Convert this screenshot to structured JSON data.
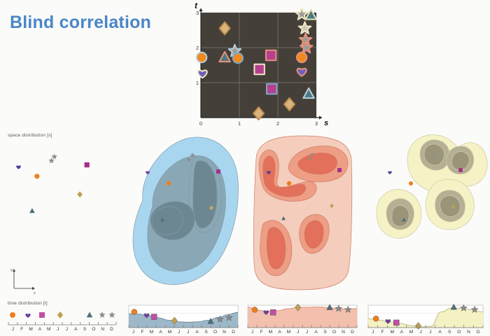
{
  "page": {
    "title": "Blind correlation",
    "title_color": "#4a86c8",
    "background": "#fbfbf9"
  },
  "scatter": {
    "plot_bg": "#444039",
    "axis_x_label": "s",
    "axis_y_label": "t",
    "x_ticks": [
      "0",
      "1",
      "2",
      "3"
    ],
    "y_ticks": [
      "1",
      "2",
      "3"
    ],
    "x_range": [
      0,
      3
    ],
    "y_range": [
      0,
      3
    ],
    "points": [
      {
        "shape": "diamond",
        "s": 0.62,
        "t": 2.55,
        "fill": "#d9b57f",
        "stroke": "#c08a4a"
      },
      {
        "shape": "star",
        "s": 2.62,
        "t": 2.95,
        "fill": "#9a9a98",
        "stroke": "#efe7c4"
      },
      {
        "shape": "triangle",
        "s": 2.86,
        "t": 2.93,
        "fill": "#4c7a80",
        "stroke": "#e8dfc0"
      },
      {
        "shape": "star",
        "s": 2.7,
        "t": 2.55,
        "fill": "#c9c7b8",
        "stroke": "#efe7c4"
      },
      {
        "shape": "star",
        "s": 2.72,
        "t": 2.22,
        "fill": "#9a9a98",
        "stroke": "#e8907c"
      },
      {
        "shape": "star",
        "s": 2.74,
        "t": 2.0,
        "fill": "#9a9a98",
        "stroke": "#e8907c"
      },
      {
        "shape": "circle",
        "s": 2.62,
        "t": 1.72,
        "fill": "#f08a1e",
        "stroke": "#e8907c"
      },
      {
        "shape": "heart",
        "s": 2.62,
        "t": 1.33,
        "fill": "#6f5fbf",
        "stroke": "#e8907c"
      },
      {
        "shape": "circle",
        "s": 0.02,
        "t": 1.72,
        "fill": "#f08a1e",
        "stroke": "#b9cfe0"
      },
      {
        "shape": "heart",
        "s": 0.04,
        "t": 1.28,
        "fill": "#6f5fbf",
        "stroke": "#efe7c4"
      },
      {
        "shape": "triangle",
        "s": 0.62,
        "t": 1.72,
        "fill": "#4c7a80",
        "stroke": "#e8907c"
      },
      {
        "shape": "star",
        "s": 0.88,
        "t": 1.9,
        "fill": "#9a9a98",
        "stroke": "#b9cfe0"
      },
      {
        "shape": "circle",
        "s": 0.96,
        "t": 1.7,
        "fill": "#f08a1e",
        "stroke": "#7fa7c4"
      },
      {
        "shape": "square",
        "s": 1.82,
        "t": 1.78,
        "fill": "#b5408f",
        "stroke": "#e8907c"
      },
      {
        "shape": "square",
        "s": 1.52,
        "t": 1.38,
        "fill": "#b5408f",
        "stroke": "#efe7c4"
      },
      {
        "shape": "square",
        "s": 1.84,
        "t": 0.82,
        "fill": "#b5408f",
        "stroke": "#7fa7c4"
      },
      {
        "shape": "triangle",
        "s": 2.8,
        "t": 0.68,
        "fill": "#4c7a80",
        "stroke": "#b9cfe0"
      },
      {
        "shape": "diamond",
        "s": 2.3,
        "t": 0.38,
        "fill": "#d9b57f",
        "stroke": "#c08a4a"
      },
      {
        "shape": "diamond",
        "s": 1.5,
        "t": 0.12,
        "fill": "#d9b57f",
        "stroke": "#c08a4a"
      }
    ]
  },
  "space_section": {
    "label": "space distribution [s]",
    "axis_key": {
      "x": "x",
      "y": "y"
    },
    "markers": [
      {
        "shape": "star",
        "x": 0.385,
        "y": 0.145,
        "fill": "#8c8c8a"
      },
      {
        "shape": "star",
        "x": 0.358,
        "y": 0.19,
        "fill": "#8c8c8a"
      },
      {
        "shape": "heart",
        "x": 0.055,
        "y": 0.255,
        "fill": "#4f4396"
      },
      {
        "shape": "square",
        "x": 0.685,
        "y": 0.235,
        "fill": "#a53089"
      },
      {
        "shape": "circle",
        "x": 0.225,
        "y": 0.36,
        "fill": "#ef7f1a"
      },
      {
        "shape": "diamond",
        "x": 0.62,
        "y": 0.56,
        "fill": "#c0a04e"
      },
      {
        "shape": "triangle",
        "x": 0.18,
        "y": 0.74,
        "fill": "#4c6f7a"
      }
    ],
    "panels": [
      {
        "name": "blue-blob-panel",
        "palette": [
          "#a9d6ef",
          "#8aa7b5",
          "#6d8792"
        ],
        "outline": "#7f9aa8"
      },
      {
        "name": "red-blob-panel",
        "palette": [
          "#f4cdbd",
          "#ed9e85",
          "#e2705a"
        ],
        "outline": "#cf7d62"
      },
      {
        "name": "yellow-blob-panel",
        "palette": [
          "#f5f3c6",
          "#b5b093",
          "#9a9578"
        ],
        "outline": "#cfc9a2"
      }
    ]
  },
  "time_section": {
    "label": "time distribution [t]",
    "months": [
      "J",
      "F",
      "M",
      "A",
      "M",
      "J",
      "J",
      "A",
      "S",
      "O",
      "N",
      "D"
    ],
    "legend_markers": [
      {
        "shape": "circle",
        "fill": "#ef7f1a"
      },
      {
        "shape": "heart",
        "fill": "#6f3fa0"
      },
      {
        "shape": "square",
        "fill": "#c04fa5"
      },
      {
        "shape": "diamond",
        "fill": "#c0a04e"
      },
      {
        "shape": "triangle",
        "fill": "#4c6f7a"
      },
      {
        "shape": "star",
        "fill": "#8c8c8a"
      },
      {
        "shape": "star",
        "fill": "#8c8c8a"
      }
    ],
    "charts": [
      {
        "name": "blue-time-chart",
        "fill": "#9db8c9",
        "stroke": "#6d8a9e",
        "curve": [
          0.62,
          0.6,
          0.54,
          0.44,
          0.33,
          0.26,
          0.24,
          0.26,
          0.33,
          0.45,
          0.58,
          0.68
        ],
        "markers": [
          {
            "shape": "circle",
            "month": 0.55,
            "v": 0.7,
            "fill": "#ef7f1a"
          },
          {
            "shape": "heart",
            "month": 1.8,
            "v": 0.56,
            "fill": "#6f3fa0"
          },
          {
            "shape": "square",
            "month": 2.55,
            "v": 0.48,
            "fill": "#c04fa5"
          },
          {
            "shape": "diamond",
            "month": 4.6,
            "v": 0.31,
            "fill": "#c0a04e"
          },
          {
            "shape": "triangle",
            "month": 8.25,
            "v": 0.28,
            "fill": "#4c6f7a"
          },
          {
            "shape": "star",
            "month": 9.2,
            "v": 0.37,
            "fill": "#8c8c8a"
          },
          {
            "shape": "star",
            "month": 10.1,
            "v": 0.44,
            "fill": "#8c8c8a"
          }
        ]
      },
      {
        "name": "red-time-chart",
        "fill": "#f3c0ad",
        "stroke": "#d98c72",
        "curve": [
          0.92,
          0.78,
          0.72,
          0.75,
          0.84,
          0.9,
          0.91,
          0.92,
          0.9,
          0.85,
          0.83,
          0.85
        ],
        "markers": [
          {
            "shape": "circle",
            "month": 0.7,
            "v": 0.8,
            "fill": "#ef7f1a"
          },
          {
            "shape": "heart",
            "month": 1.85,
            "v": 0.7,
            "fill": "#6f3fa0"
          },
          {
            "shape": "square",
            "month": 2.55,
            "v": 0.68,
            "fill": "#c04fa5"
          },
          {
            "shape": "diamond",
            "month": 5.05,
            "v": 0.9,
            "fill": "#c0a04e"
          },
          {
            "shape": "triangle",
            "month": 8.25,
            "v": 0.9,
            "fill": "#4c6f7a"
          },
          {
            "shape": "star",
            "month": 9.15,
            "v": 0.85,
            "fill": "#8c8c8a"
          },
          {
            "shape": "star",
            "month": 10.1,
            "v": 0.8,
            "fill": "#8c8c8a"
          }
        ]
      },
      {
        "name": "yellow-time-chart",
        "fill": "#f4f2c3",
        "stroke": "#b9b47e",
        "curve": [
          0.4,
          0.33,
          0.26,
          0.19,
          0.1,
          0.03,
          0.06,
          0.7,
          0.88,
          0.86,
          0.8,
          0.7
        ],
        "markers": [
          {
            "shape": "circle",
            "month": 0.75,
            "v": 0.4,
            "fill": "#ef7f1a"
          },
          {
            "shape": "heart",
            "month": 1.9,
            "v": 0.3,
            "fill": "#6f3fa0"
          },
          {
            "shape": "square",
            "month": 2.7,
            "v": 0.22,
            "fill": "#c04fa5"
          },
          {
            "shape": "diamond",
            "month": 4.8,
            "v": 0.08,
            "fill": "#c0a04e"
          },
          {
            "shape": "triangle",
            "month": 8.2,
            "v": 0.91,
            "fill": "#4c6f7a"
          },
          {
            "shape": "star",
            "month": 9.15,
            "v": 0.87,
            "fill": "#8c8c8a"
          },
          {
            "shape": "star",
            "month": 10.2,
            "v": 0.8,
            "fill": "#8c8c8a"
          }
        ]
      }
    ]
  }
}
